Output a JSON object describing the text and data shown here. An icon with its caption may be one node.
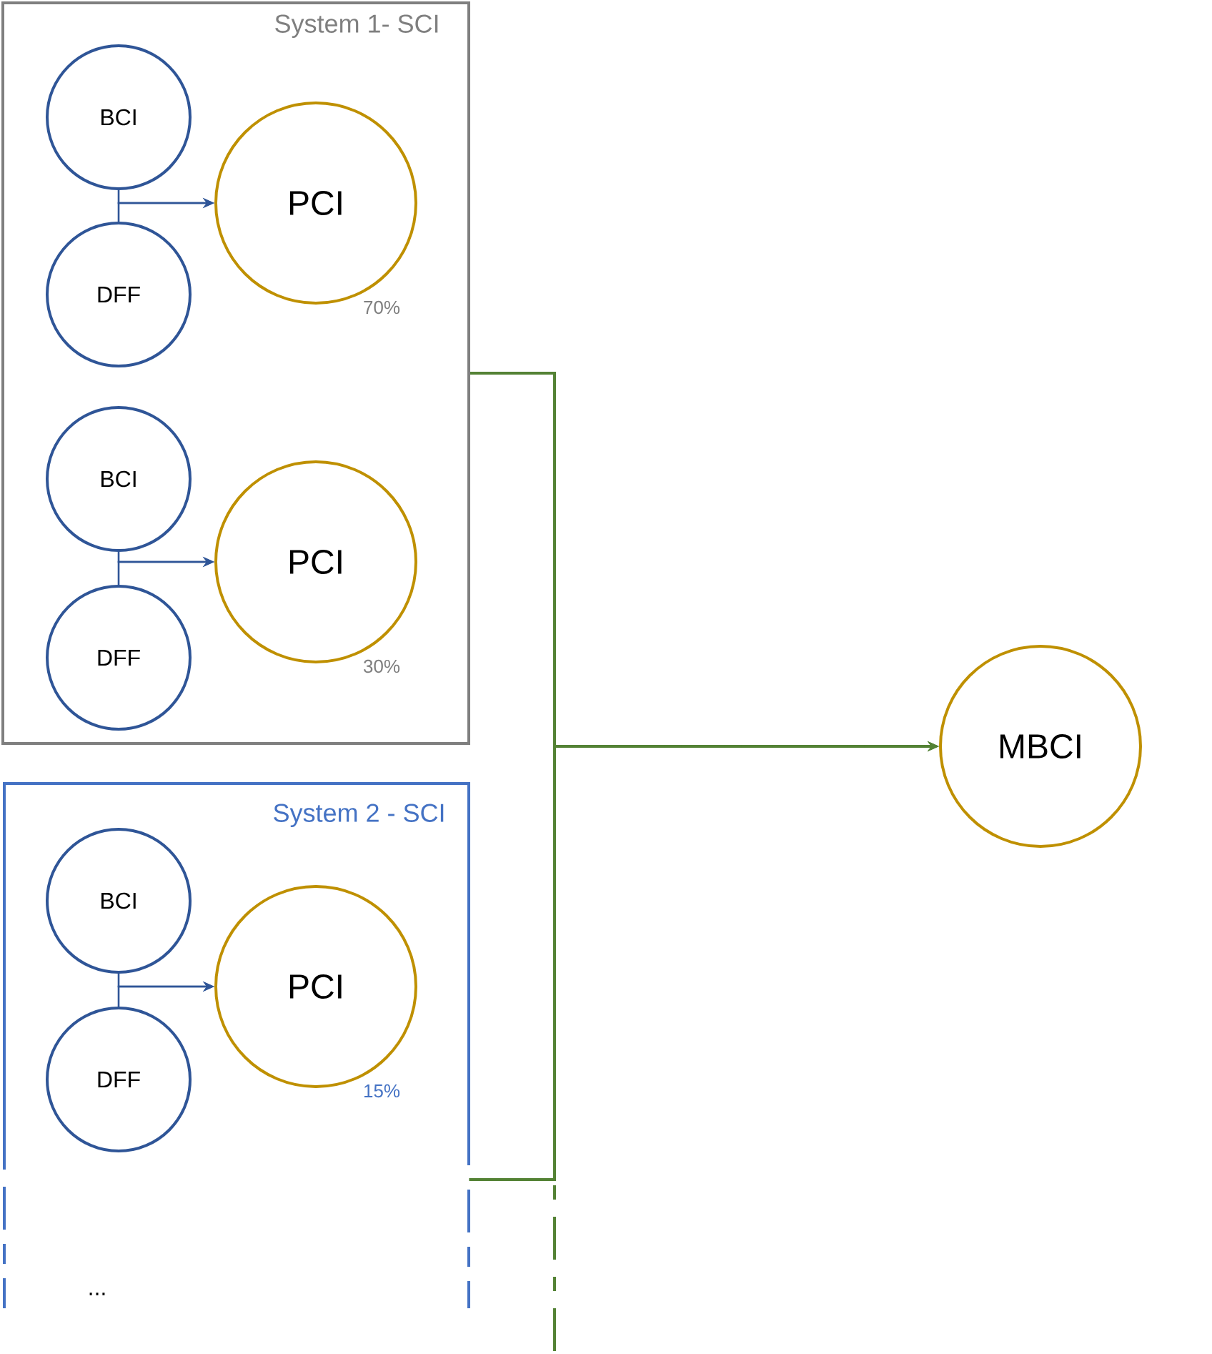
{
  "diagram": {
    "nodes": [
      {
        "text": [
          "System 1- SCI"
        ]
      },
      {
        "text": [
          "BCI"
        ],
        "in": 0
      },
      {
        "text": [
          "DFF"
        ],
        "in": 0
      },
      {
        "text": [
          "PCI"
        ],
        "in": 0,
        "beside": [
          "70%"
        ]
      },
      {
        "text": [
          "BCI"
        ],
        "in": 0
      },
      {
        "text": [
          "DFF"
        ],
        "in": 0
      },
      {
        "text": [
          "PCI"
        ],
        "in": 0,
        "beside": [
          "30%"
        ]
      },
      {
        "text": [
          "System 2 - SCI"
        ]
      },
      {
        "text": [
          "BCI"
        ],
        "in": 7
      },
      {
        "text": [
          "DFF"
        ],
        "in": 7
      },
      {
        "text": [
          "PCI"
        ],
        "in": 7,
        "beside": [
          "15%"
        ]
      },
      {
        "text": [
          "MBCI"
        ]
      }
    ],
    "edges": [
      {
        "from": 1,
        "to": 3,
        "arrow": "to"
      },
      {
        "from": 2,
        "to": 3,
        "arrow": "to"
      },
      {
        "from": 4,
        "to": 6,
        "arrow": "to"
      },
      {
        "from": 5,
        "to": 6,
        "arrow": "to"
      },
      {
        "from": 8,
        "to": 10,
        "arrow": "to"
      },
      {
        "from": 9,
        "to": 10,
        "arrow": "to"
      },
      {
        "from": 0,
        "to": 11,
        "arrow": "to",
        "color": "#548235"
      },
      {
        "from": 7,
        "to": 11,
        "arrow": "to",
        "color": "#548235"
      },
      {
        "from": null,
        "to": 11,
        "arrow": "to",
        "style": "dashed",
        "color": "#548235"
      }
    ],
    "labels": [
      "..."
    ]
  }
}
